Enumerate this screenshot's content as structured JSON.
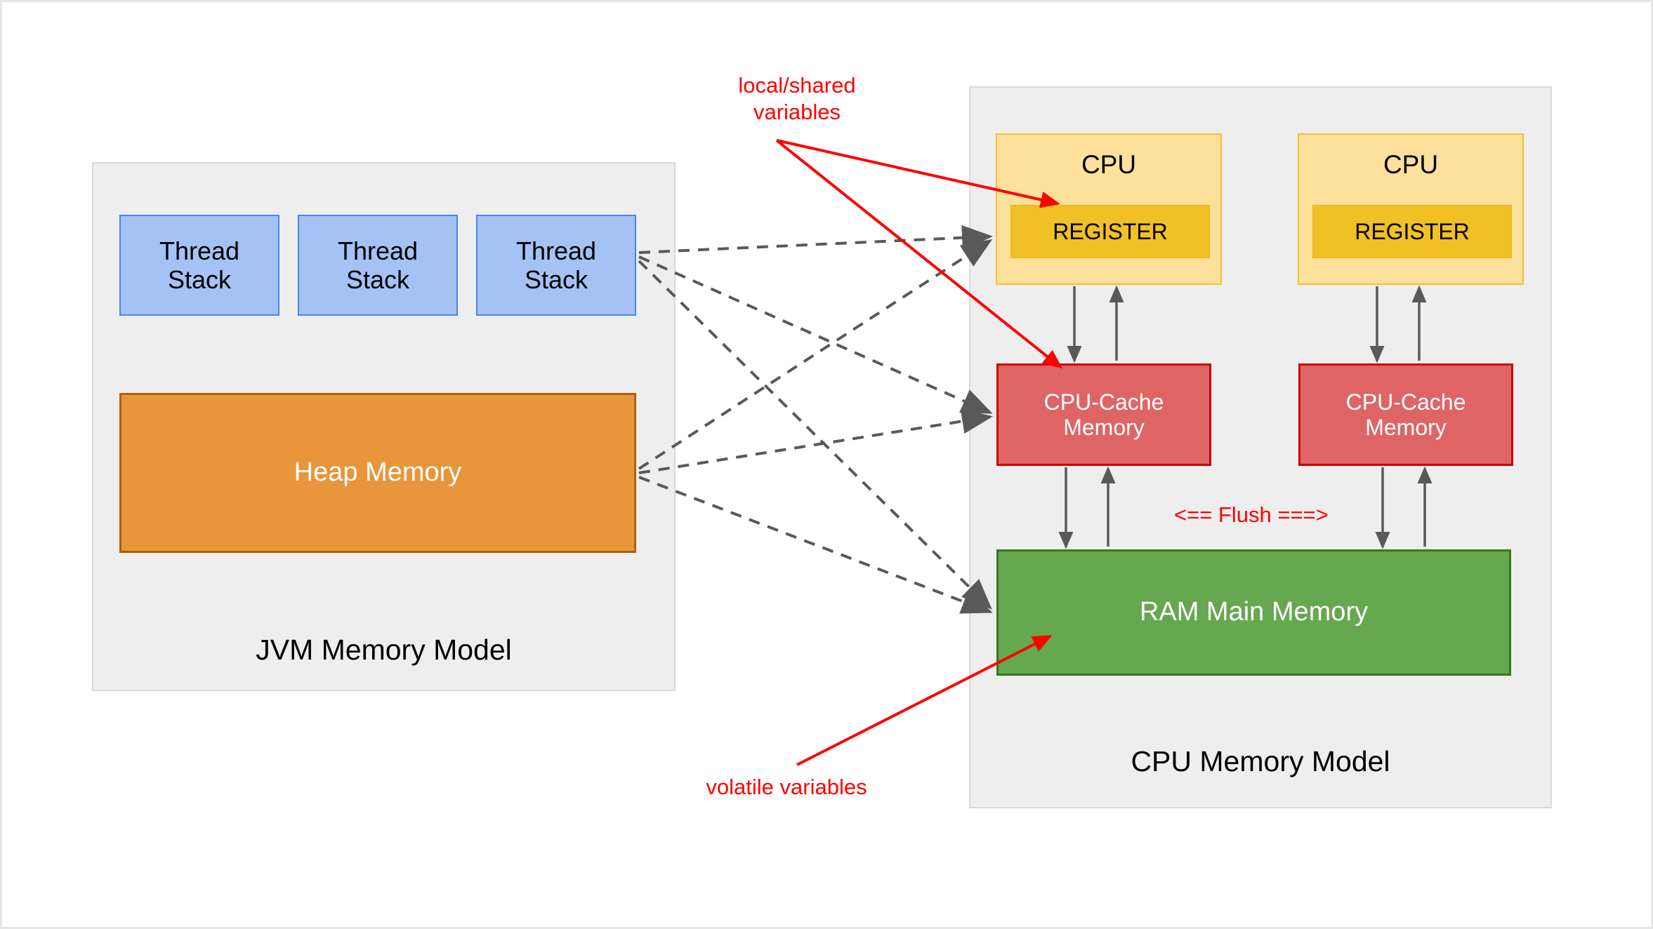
{
  "diagram": {
    "title": "JVM Memory Model and CPU Memory Model",
    "colors": {
      "group_fill": "#EEEEEE",
      "group_border": "#D9D9D9",
      "thread_fill": "#A4C2F4",
      "thread_border": "#4A86E8",
      "heap_fill": "#E8953C",
      "heap_border": "#B45F06",
      "cpu_fill": "#FCE09B",
      "cpu_border": "#F1C232",
      "register_fill": "#F0C024",
      "cache_fill": "#DF6565",
      "cache_border": "#CC0000",
      "ram_fill": "#66A84F",
      "ram_border": "#38761D",
      "annotation": "#FF0000",
      "connector": "#595959"
    }
  },
  "jvm": {
    "label": "JVM Memory Model",
    "thread_stacks": [
      {
        "label": "Thread\nStack"
      },
      {
        "label": "Thread\nStack"
      },
      {
        "label": "Thread\nStack"
      }
    ],
    "heap": {
      "label": "Heap Memory"
    }
  },
  "cpu": {
    "label": "CPU Memory Model",
    "cores": [
      {
        "title": "CPU",
        "register": "REGISTER",
        "cache": "CPU-Cache\nMemory"
      },
      {
        "title": "CPU",
        "register": "REGISTER",
        "cache": "CPU-Cache\nMemory"
      }
    ],
    "ram": {
      "label": "RAM Main Memory"
    },
    "flush_label": "<== Flush ===>"
  },
  "annotations": [
    {
      "name": "local-shared-variables",
      "text": "local/shared\nvariables"
    },
    {
      "name": "volatile-variables",
      "text": "volatile variables"
    }
  ]
}
